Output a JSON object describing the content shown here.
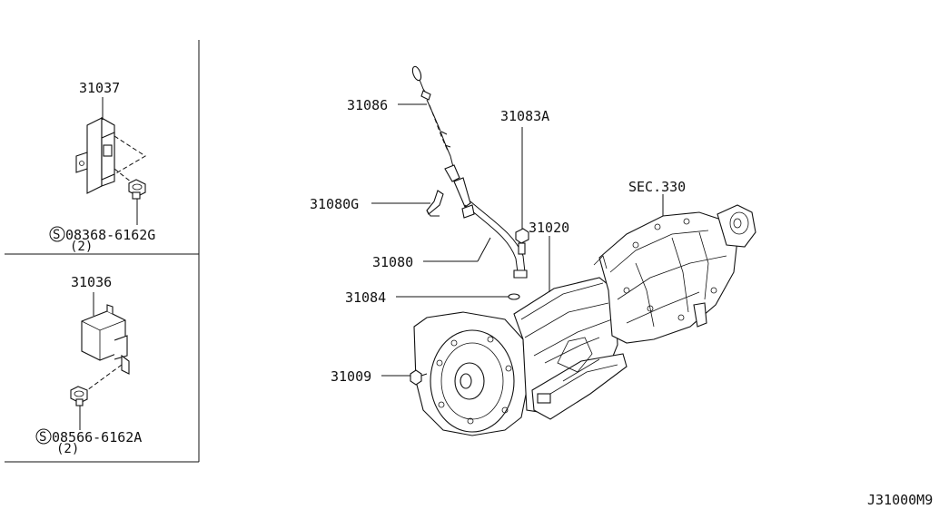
{
  "diagram_code": "J31000M9",
  "callouts": {
    "p31037": "31037",
    "bolt1": "08368-6162G",
    "bolt1_qty": "(2)",
    "p31036": "31036",
    "bolt2": "08566-6162A",
    "bolt2_qty": "(2)",
    "p31086": "31086",
    "p31083a": "31083A",
    "p31080g": "31080G",
    "p31020": "31020",
    "p31080": "31080",
    "p31084": "31084",
    "p31009": "31009",
    "sec330": "SEC.330"
  },
  "symbols": {
    "s_mark": "S"
  }
}
